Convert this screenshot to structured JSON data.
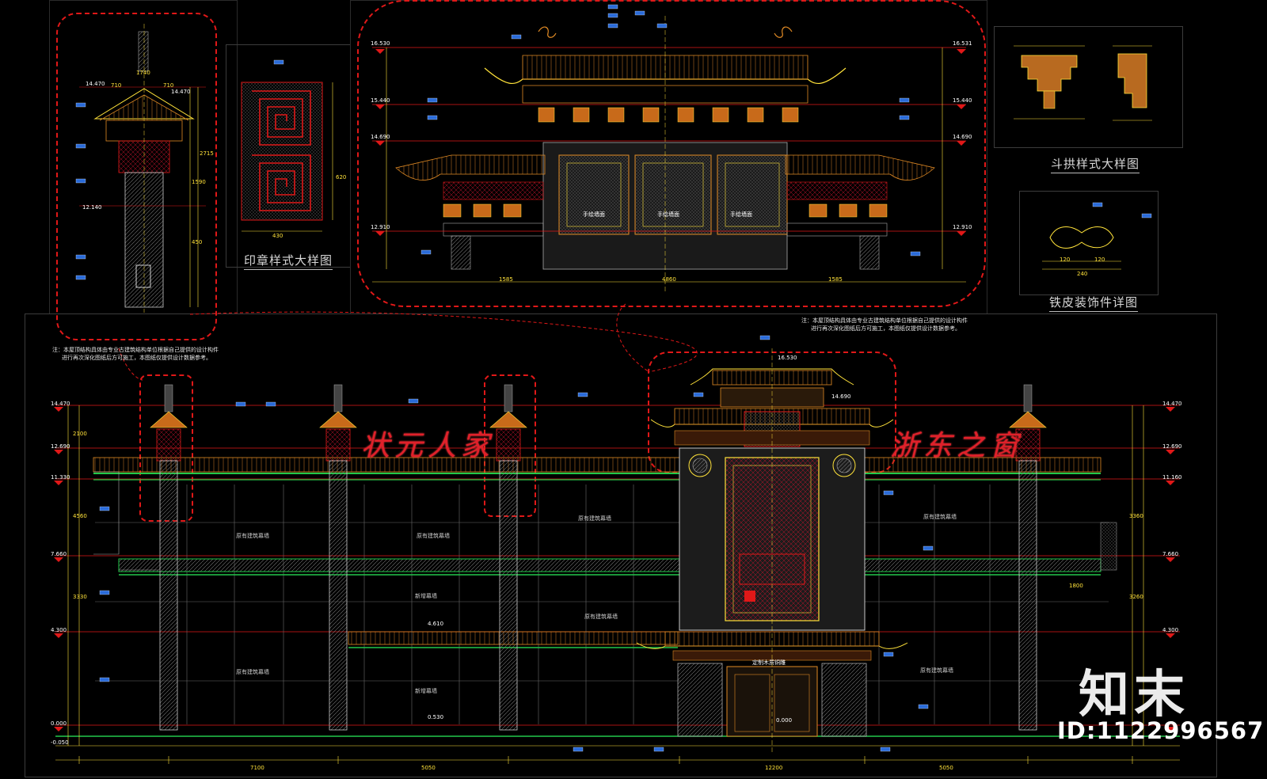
{
  "details": {
    "seal_label": "印章样式大样图",
    "bracket_label": "斗拱样式大样图",
    "iron_label": "铁皮装饰件详图"
  },
  "notes": {
    "gate_note_1": "注：本屋顶结构具体由专业古建筑结构单位根据自己提供的设计构件",
    "gate_note_2": "进行再次深化图纸后方可施工，本图纸仅提供设计数据参考。",
    "wall_note_1": "注：本屋顶结构具体由专业古建筑结构单位根据自己提供的设计构件",
    "wall_note_2": "进行再次深化图纸后方可施工，本图纸仅提供设计数据参考。"
  },
  "signage": {
    "left": "状元人家",
    "right": "浙东之窗"
  },
  "wall_labels": {
    "existing_1": "原有建筑幕墙",
    "existing_2": "原有建筑幕墙",
    "existing_3": "原有建筑幕墙",
    "new_1": "新增幕墙",
    "existing_4": "原有建筑幕墙",
    "existing_5": "原有建筑幕墙",
    "new_2": "新增幕墙",
    "existing_6": "原有建筑幕墙",
    "existing_7": "原有建筑幕墙"
  },
  "gate": {
    "door_label": "定制木质铜雕",
    "panel_1": "手绘墙面",
    "panel_2": "手绘墙面",
    "panel_3": "手绘墙面"
  },
  "elevations": {
    "e1": "16.530",
    "e2": "16.531",
    "e3": "15.440",
    "e4": "15.440",
    "e5": "14.690",
    "e6": "14.690",
    "e7": "12.910",
    "e8": "12.910",
    "e9": "14.470",
    "e10": "14.470",
    "e11": "12.140",
    "e12": "14.470",
    "e13": "12.690",
    "e14": "11.330",
    "e15": "7.660",
    "e16": "4.300",
    "e17": "0.000",
    "e18": "-0.050",
    "e19": "14.470",
    "e20": "16.530",
    "e21": "14.690",
    "e22": "12.690",
    "e23": "11.160",
    "e24": "7.660",
    "e25": "4.300",
    "e26": "4.610",
    "e27": "0.530",
    "e28": "0.000"
  },
  "dims": {
    "d1": "1740",
    "d2": "710",
    "d3": "710",
    "d4": "2715",
    "d5": "1590",
    "d6": "450",
    "d7": "430",
    "d8": "620",
    "d9": "1585",
    "d10": "4860",
    "d11": "1585",
    "d12": "240",
    "d13": "120",
    "d14": "120",
    "d15": "2100",
    "d16": "4560",
    "d17": "3330",
    "d18": "3360",
    "d19": "3260",
    "d20": "5050",
    "d21": "12200",
    "d22": "5050",
    "d23": "7100",
    "d24": "1800"
  },
  "watermark": {
    "brand": "知末",
    "id": "ID:1122996567"
  },
  "colors": {
    "background": "#000000",
    "line_red": "#e01818",
    "line_yellow": "#ffe23a",
    "line_green": "#22c84a",
    "line_orange": "#e08a24",
    "line_white": "#e8e8e8",
    "line_gray": "#8a8a8a",
    "tag_blue": "#2a6bd8"
  }
}
